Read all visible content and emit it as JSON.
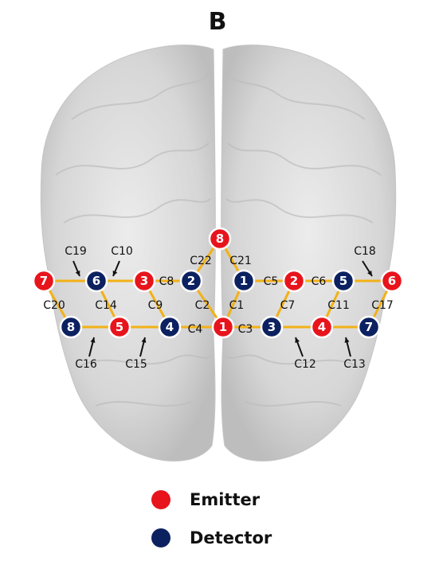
{
  "panel_label": "B",
  "colors": {
    "emitter": "#e8141c",
    "detector": "#0c2160",
    "channel_line": "#f2b117",
    "node_border": "#ffffff"
  },
  "legend": [
    {
      "label": "Emitter",
      "type": "emitter"
    },
    {
      "label": "Detector",
      "type": "detector"
    }
  ],
  "nodes": [
    {
      "type": "emitter",
      "label": "8"
    },
    {
      "type": "emitter",
      "label": "7"
    },
    {
      "type": "detector",
      "label": "6"
    },
    {
      "type": "emitter",
      "label": "3"
    },
    {
      "type": "detector",
      "label": "2"
    },
    {
      "type": "detector",
      "label": "1"
    },
    {
      "type": "emitter",
      "label": "2"
    },
    {
      "type": "detector",
      "label": "5"
    },
    {
      "type": "emitter",
      "label": "6"
    },
    {
      "type": "detector",
      "label": "8"
    },
    {
      "type": "emitter",
      "label": "5"
    },
    {
      "type": "detector",
      "label": "4"
    },
    {
      "type": "emitter",
      "label": "1"
    },
    {
      "type": "detector",
      "label": "3"
    },
    {
      "type": "emitter",
      "label": "4"
    },
    {
      "type": "detector",
      "label": "7"
    }
  ],
  "channels": [
    "C1",
    "C2",
    "C3",
    "C4",
    "C5",
    "C6",
    "C7",
    "C8",
    "C9",
    "C10",
    "C11",
    "C12",
    "C13",
    "C14",
    "C15",
    "C16",
    "C17",
    "C18",
    "C19",
    "C20",
    "C21",
    "C22"
  ]
}
